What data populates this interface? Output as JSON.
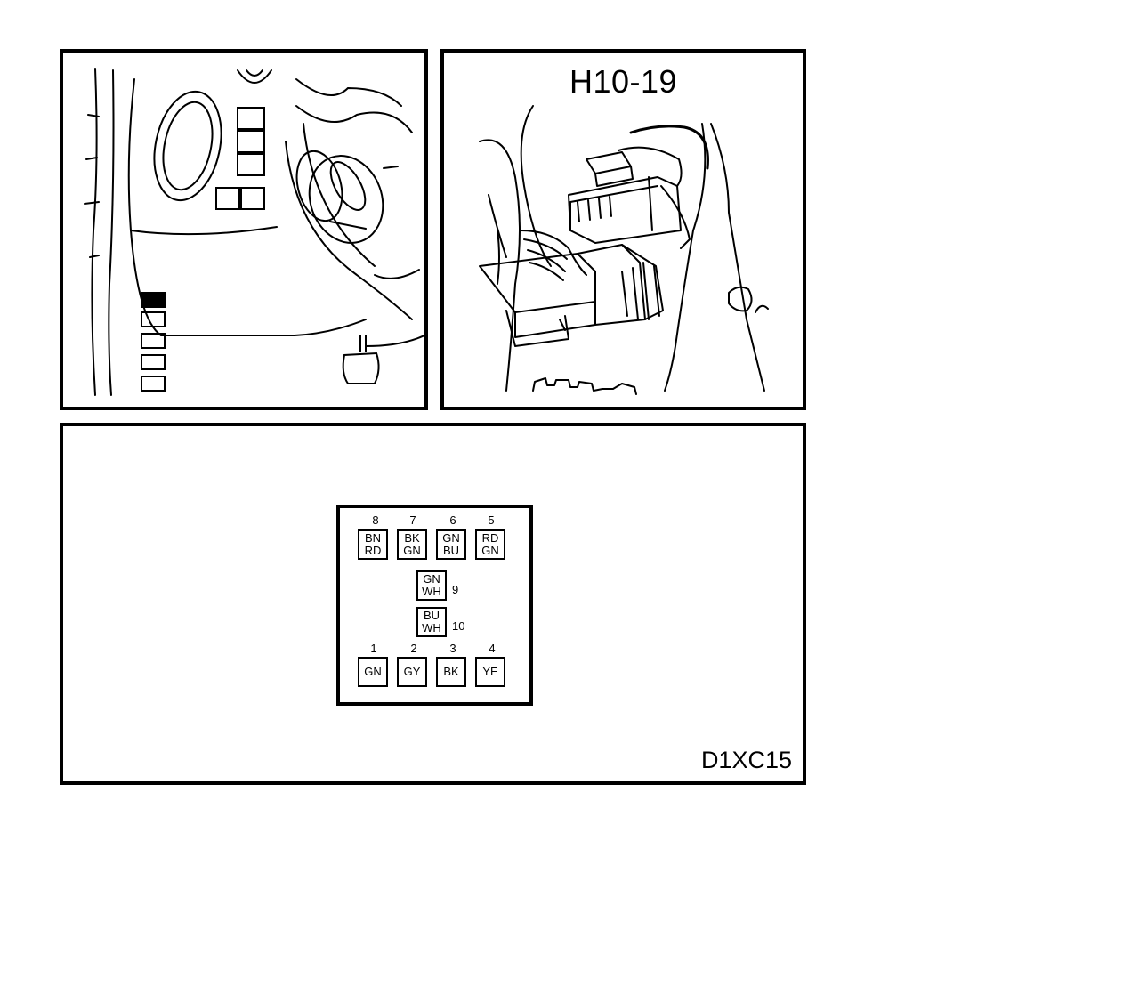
{
  "photo_panel": {
    "title": "H10-19"
  },
  "pinout_panel": {
    "code": "D1XC15",
    "pins": [
      {
        "num": "8",
        "wires": [
          "BN",
          "RD"
        ]
      },
      {
        "num": "7",
        "wires": [
          "BK",
          "GN"
        ]
      },
      {
        "num": "6",
        "wires": [
          "GN",
          "BU"
        ]
      },
      {
        "num": "5",
        "wires": [
          "RD",
          "GN"
        ]
      },
      {
        "num": "9",
        "wires": [
          "GN",
          "WH"
        ]
      },
      {
        "num": "10",
        "wires": [
          "BU",
          "WH"
        ]
      },
      {
        "num": "1",
        "wires": [
          "GN"
        ]
      },
      {
        "num": "2",
        "wires": [
          "GY"
        ]
      },
      {
        "num": "3",
        "wires": [
          "BK"
        ]
      },
      {
        "num": "4",
        "wires": [
          "YE"
        ]
      }
    ]
  }
}
